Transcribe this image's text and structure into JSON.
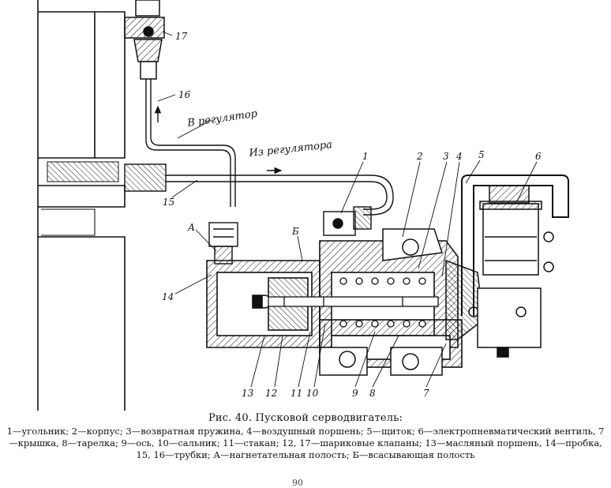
{
  "figure": {
    "labels": {
      "l1": "1",
      "l2": "2",
      "l3": "3",
      "l4": "4",
      "l5": "5",
      "l6": "6",
      "l7": "7",
      "l8": "8",
      "l9": "9",
      "l10": "10",
      "l11": "11",
      "l12": "12",
      "l13": "13",
      "l14": "14",
      "l15": "15",
      "l16": "16",
      "l17": "17",
      "lA": "А",
      "lB": "Б"
    },
    "flow_to": "В регулятор",
    "flow_from": "Из регулятора"
  },
  "caption": {
    "title": "Рис. 40. Пусковой серводвигатель:",
    "legend": "1—угольник; 2—корпус; 3—возвратная пружина, 4—воздушный поршень; 5—щиток; 6—электропневматический вентиль, 7—крышка, 8—тарелка; 9—ось, 10—сальник; 11—стакан; 12, 17—шариковые клапаны; 13—масляный поршень, 14—пробка, 15, 16—трубки; А—нагнетательная полость; Б—всасывающая полость"
  },
  "page_number": "90"
}
